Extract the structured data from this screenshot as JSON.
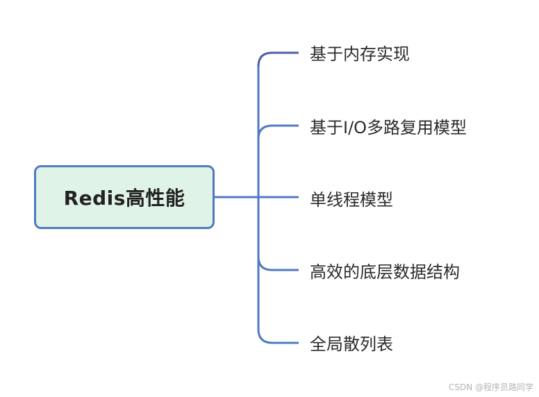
{
  "root": {
    "label": "Redis高性能"
  },
  "branches": [
    {
      "label": "基于内存实现"
    },
    {
      "label": "基于I/O多路复用模型"
    },
    {
      "label": "单线程模型"
    },
    {
      "label": "高效的底层数据结构"
    },
    {
      "label": "全局散列表"
    }
  ],
  "colors": {
    "connector": "#4f79c3",
    "root_fill": "#dff3e6",
    "root_border": "#4f79c3"
  },
  "watermark": "CSDN @程序员路同学"
}
